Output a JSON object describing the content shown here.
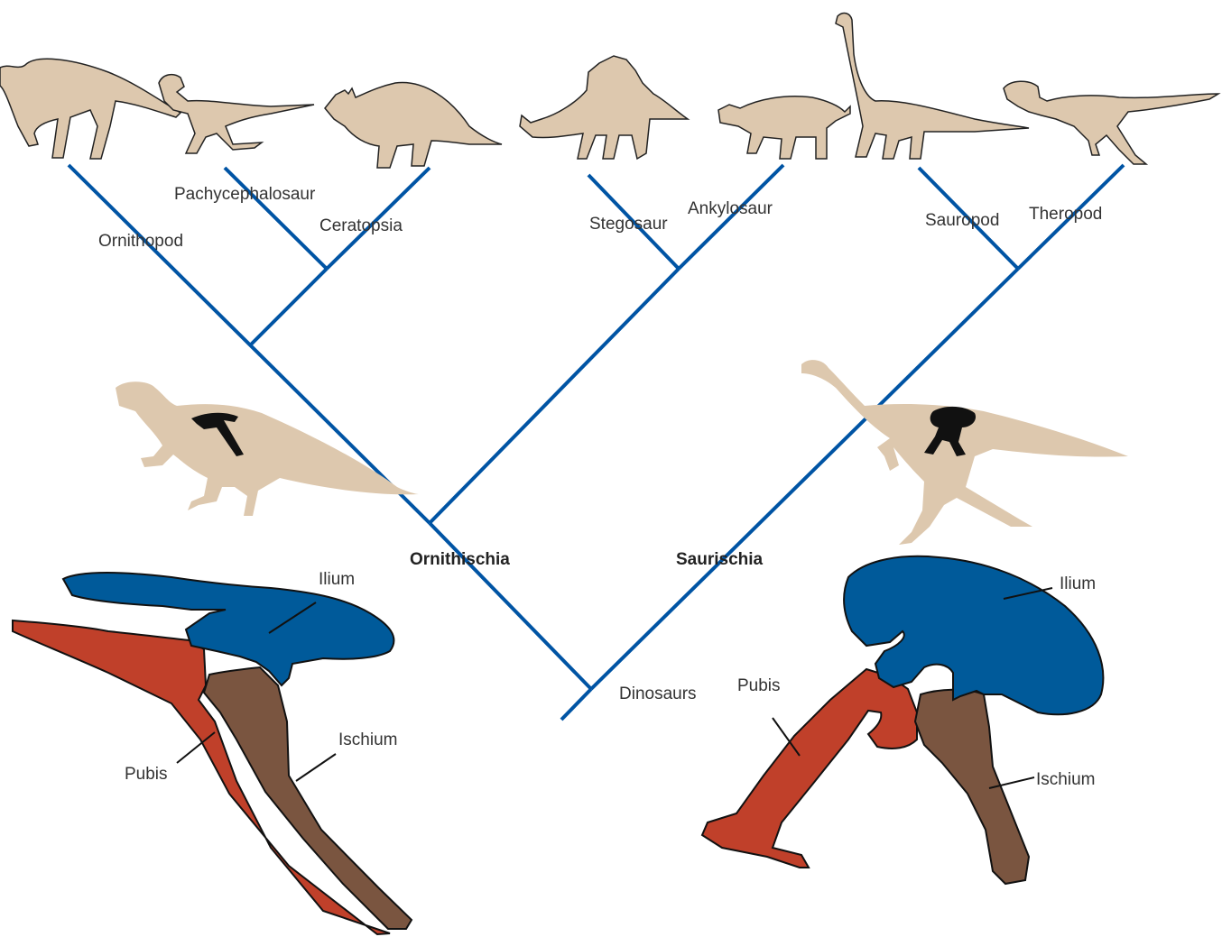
{
  "colors": {
    "branch": "#0054a4",
    "ilium": "#005a9a",
    "pubis": "#c0402a",
    "ischium": "#7a5540",
    "dinosaur_fill": "#ddc8ae",
    "hip_silhouette": "#111111"
  },
  "taxa": {
    "ornithopod": "Ornithopod",
    "pachycephalosaur": "Pachycephalosaur",
    "ceratopsia": "Ceratopsia",
    "stegosaur": "Stegosaur",
    "ankylosaur": "Ankylosaur",
    "sauropod": "Sauropod",
    "theropod": "Theropod"
  },
  "groups": {
    "ornithischia": "Ornithischia",
    "saurischia": "Saurischia",
    "root": "Dinosaurs"
  },
  "ornithischian_hip": {
    "ilium": "Ilium",
    "pubis": "Pubis",
    "ischium": "Ischium"
  },
  "saurischian_hip": {
    "ilium": "Ilium",
    "pubis": "Pubis",
    "ischium": "Ischium"
  }
}
